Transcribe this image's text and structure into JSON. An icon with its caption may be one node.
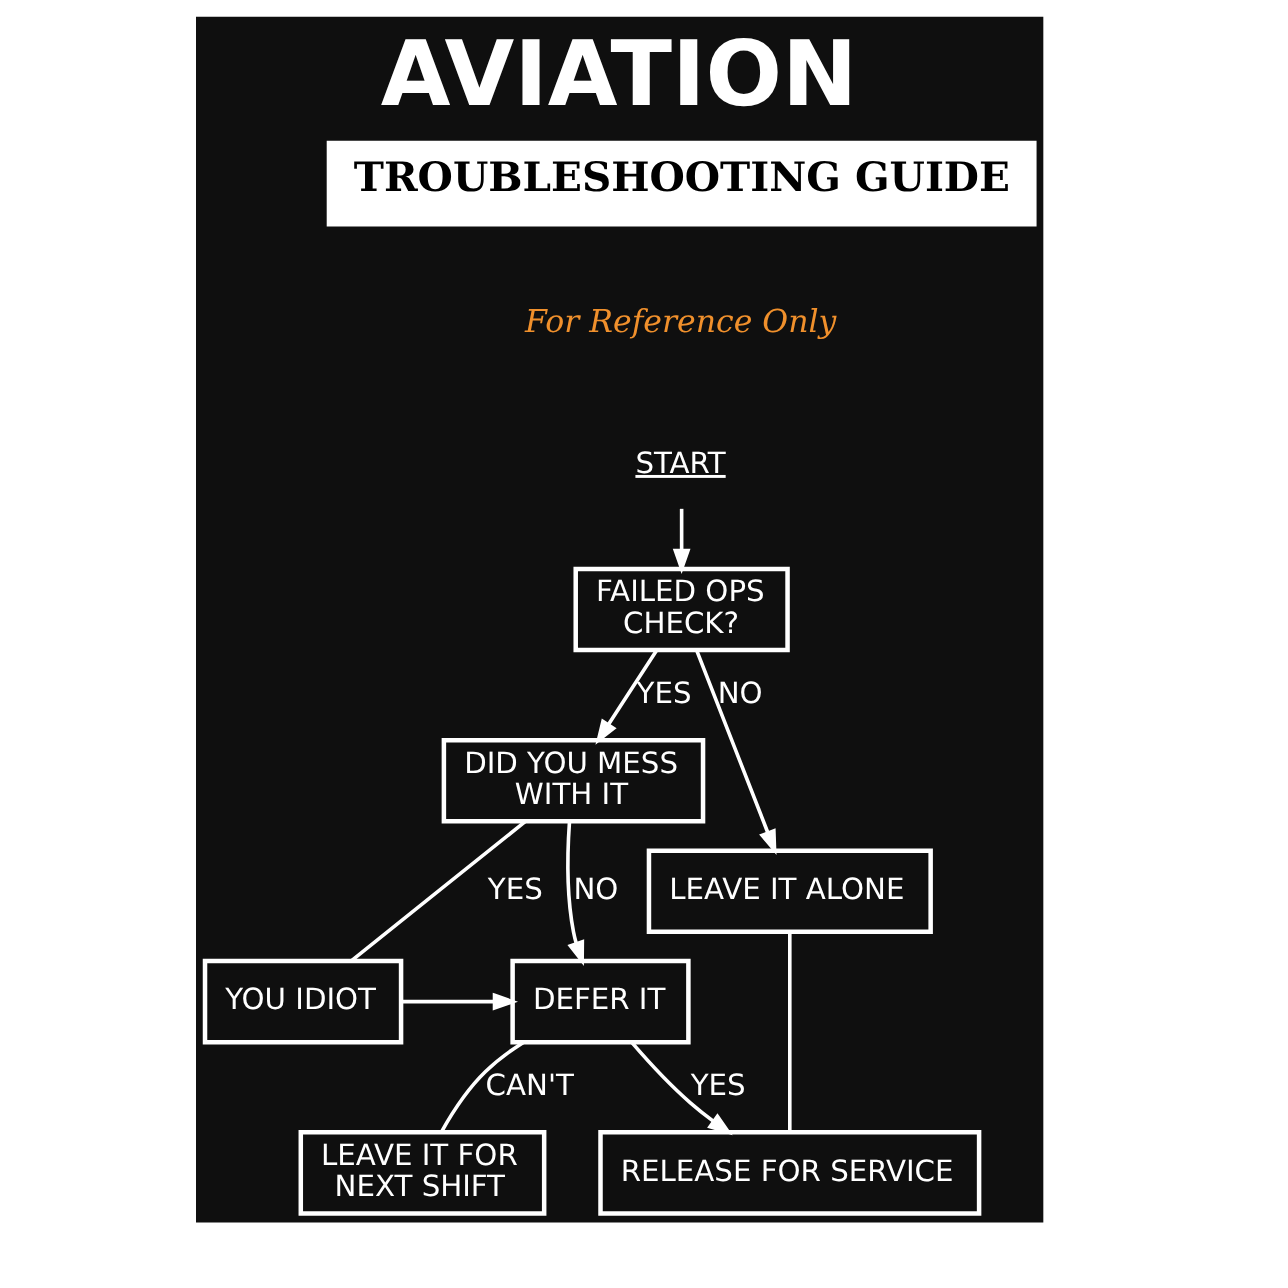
{
  "diagram": {
    "title": "AVIATION",
    "nodes": [
      {
        "text": [
          "START"
        ]
      },
      {
        "text": [
          "FAILED OPS CHECK?"
        ]
      },
      {
        "text": [
          "DID YOU MESS WITH IT"
        ]
      },
      {
        "text": [
          "LEAVE IT ALONE"
        ]
      },
      {
        "text": [
          "YOU IDIOT"
        ]
      },
      {
        "text": [
          "DEFER IT"
        ]
      },
      {
        "text": [
          "LEAVE IT FOR NEXT SHIFT"
        ]
      },
      {
        "text": [
          "RELEASE FOR SERVICE"
        ]
      }
    ],
    "edges": [
      {
        "from": 0,
        "to": 1,
        "arrow": "to"
      },
      {
        "from": 1,
        "to": 2,
        "label": "YES",
        "arrow": "to"
      },
      {
        "from": 1,
        "to": 3,
        "label": "NO",
        "arrow": "to"
      },
      {
        "from": 2,
        "to": 4,
        "label": "YES",
        "arrow": "none"
      },
      {
        "from": 2,
        "to": 5,
        "label": "NO",
        "arrow": "to"
      },
      {
        "from": 4,
        "to": 5,
        "arrow": "to"
      },
      {
        "from": 5,
        "to": 6,
        "label": "CAN'T",
        "arrow": "none"
      },
      {
        "from": 5,
        "to": 7,
        "label": "YES",
        "arrow": "to"
      },
      {
        "from": 3,
        "to": 7,
        "arrow": "none"
      }
    ],
    "labels": [
      "TROUBLESHOOTING GUIDE",
      "For Reference Only"
    ]
  }
}
